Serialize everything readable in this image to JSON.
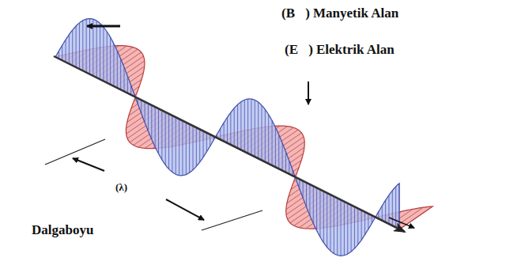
{
  "diagram": {
    "labels": [
      "(B⃗)",
      "Manyetik Alan",
      "(E⃗)",
      "Elektrik Alan",
      "(λ)",
      "Dalgaboyu"
    ]
  }
}
